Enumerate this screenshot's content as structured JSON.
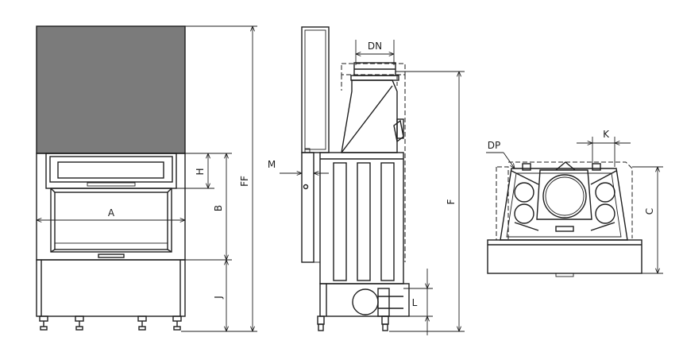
{
  "dimension_labels": {
    "A": "A",
    "B": "B",
    "H": "H",
    "J": "J",
    "FF": "FF",
    "M": "M",
    "DN": "DN",
    "F": "F",
    "L": "L",
    "DP": "DP",
    "K": "K",
    "C": "C"
  },
  "colors": {
    "line": "#1e1e1e",
    "hood_fill": "#7b7b7b",
    "background": "#ffffff"
  }
}
